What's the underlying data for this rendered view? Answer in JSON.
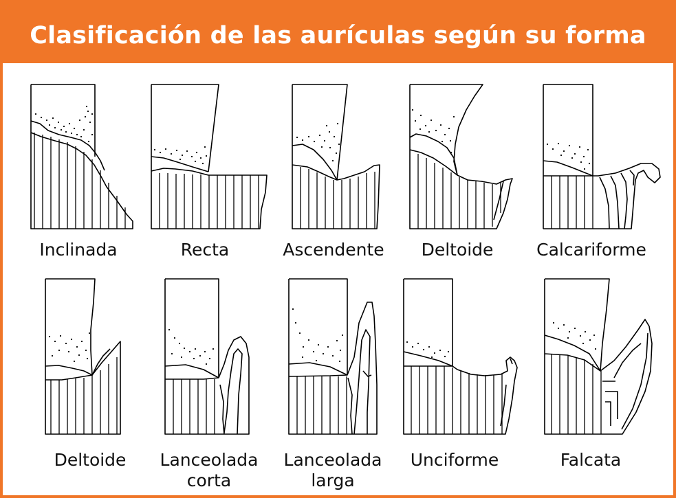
{
  "title": "Clasificación de las aurículas según su forma",
  "colors": {
    "accent": "#f07628",
    "title_text": "#ffffff",
    "ink": "#000000"
  },
  "row1": {
    "item1": "Inclinada",
    "item2": "Recta",
    "item3": "Ascendente",
    "item4": "Deltoide",
    "item5": "Calcariforme"
  },
  "row2": {
    "item1": "Deltoide",
    "item2_line1": "Lanceolada",
    "item2_line2": "corta",
    "item3_line1": "Lanceolada",
    "item3_line2": "larga",
    "item4": "Unciforme",
    "item5": "Falcata"
  }
}
